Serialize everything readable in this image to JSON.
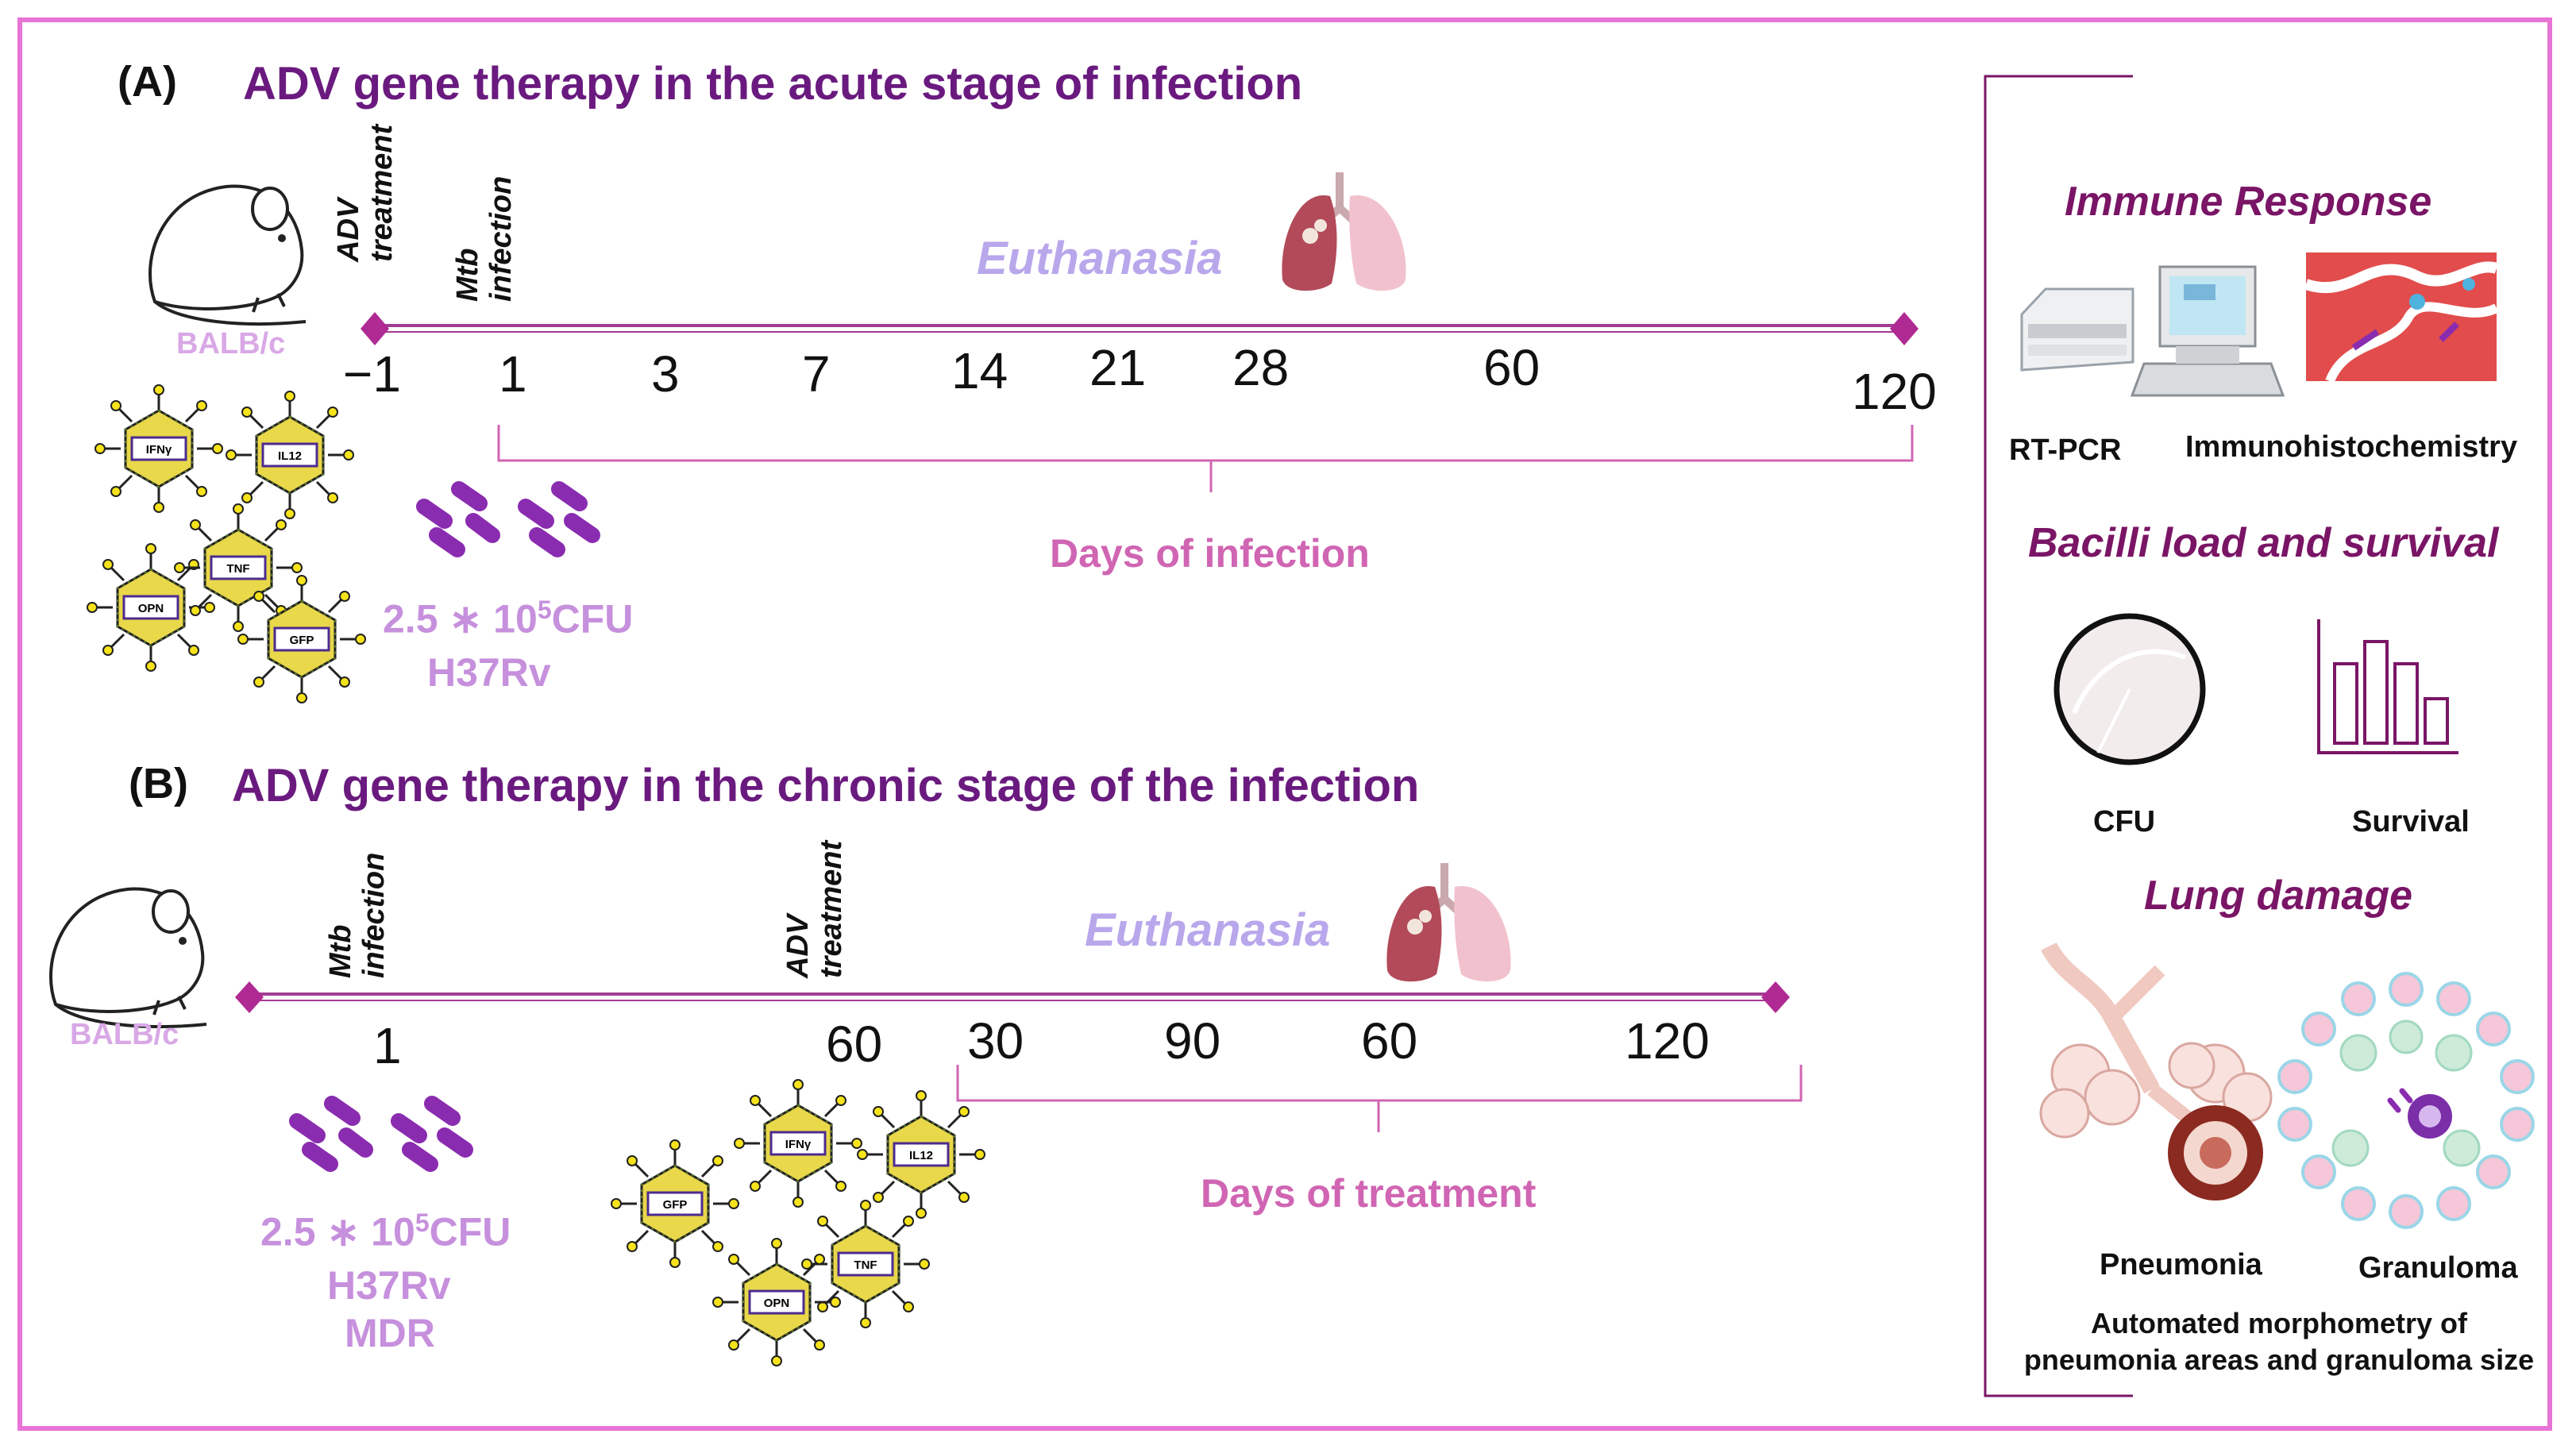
{
  "panel_a": {
    "tag": "(A)",
    "title": "ADV gene therapy in the acute stage of infection",
    "mouse_label": "BALB/c",
    "adv_label_1": "ADV",
    "adv_label_2": "treatment",
    "mtb_label_1": "Mtb",
    "mtb_label_2": "infection",
    "euthanasia": "Euthanasia",
    "ticks": [
      "−1",
      "1",
      "3",
      "7",
      "14",
      "21",
      "28",
      "60",
      "120"
    ],
    "days_label": "Days of infection",
    "dose_base": "2.5 ∗ 10",
    "dose_exp": "5",
    "dose_unit": "CFU",
    "strain": "H37Rv",
    "virus_labels": [
      "IFNγ",
      "IL12",
      "OPN",
      "TNF",
      "GFP"
    ]
  },
  "panel_b": {
    "tag": "(B)",
    "title": "ADV gene therapy in the chronic stage of the infection",
    "mouse_label": "BALB/c",
    "mtb_label_1": "Mtb",
    "mtb_label_2": "infection",
    "adv_label_1": "ADV",
    "adv_label_2": "treatment",
    "euthanasia": "Euthanasia",
    "ticks": [
      "1",
      "60",
      "30",
      "90",
      "60",
      "120"
    ],
    "days_label": "Days of treatment",
    "dose_base": "2.5 ∗ 10",
    "dose_exp": "5",
    "dose_unit": "CFU",
    "strain_1": "H37Rv",
    "strain_2": "MDR",
    "virus_labels": [
      "IFNγ",
      "IL12",
      "GFP",
      "TNF",
      "OPN"
    ]
  },
  "side": {
    "immune_title": "Immune Response",
    "rtpcr": "RT-PCR",
    "ihc": "Immunohistochemistry",
    "bacilli_title": "Bacilli load and survival",
    "cfu": "CFU",
    "survival": "Survival",
    "lung_title": "Lung damage",
    "pneumonia": "Pneumonia",
    "granuloma": "Granuloma",
    "caption_1": "Automated morphometry of",
    "caption_2": "pneumonia areas and granuloma size"
  },
  "colors": {
    "frame": "#e874d6",
    "title": "#6a1a7f",
    "timeline": "#a23c93",
    "marker": "#b02a93",
    "days_label": "#d065b3",
    "euthanasia": "#b9a7ec",
    "bacteria": "#8a2cb0",
    "section_title": "#7a1566"
  },
  "icons": [
    "mouse-icon",
    "lung-icon",
    "adenovirus-icon",
    "bacteria-icon",
    "rtpcr-machine-icon",
    "computer-icon",
    "ihc-tissue-icon",
    "petri-dish-icon",
    "bar-chart-icon",
    "alveoli-icon",
    "granuloma-icon"
  ]
}
